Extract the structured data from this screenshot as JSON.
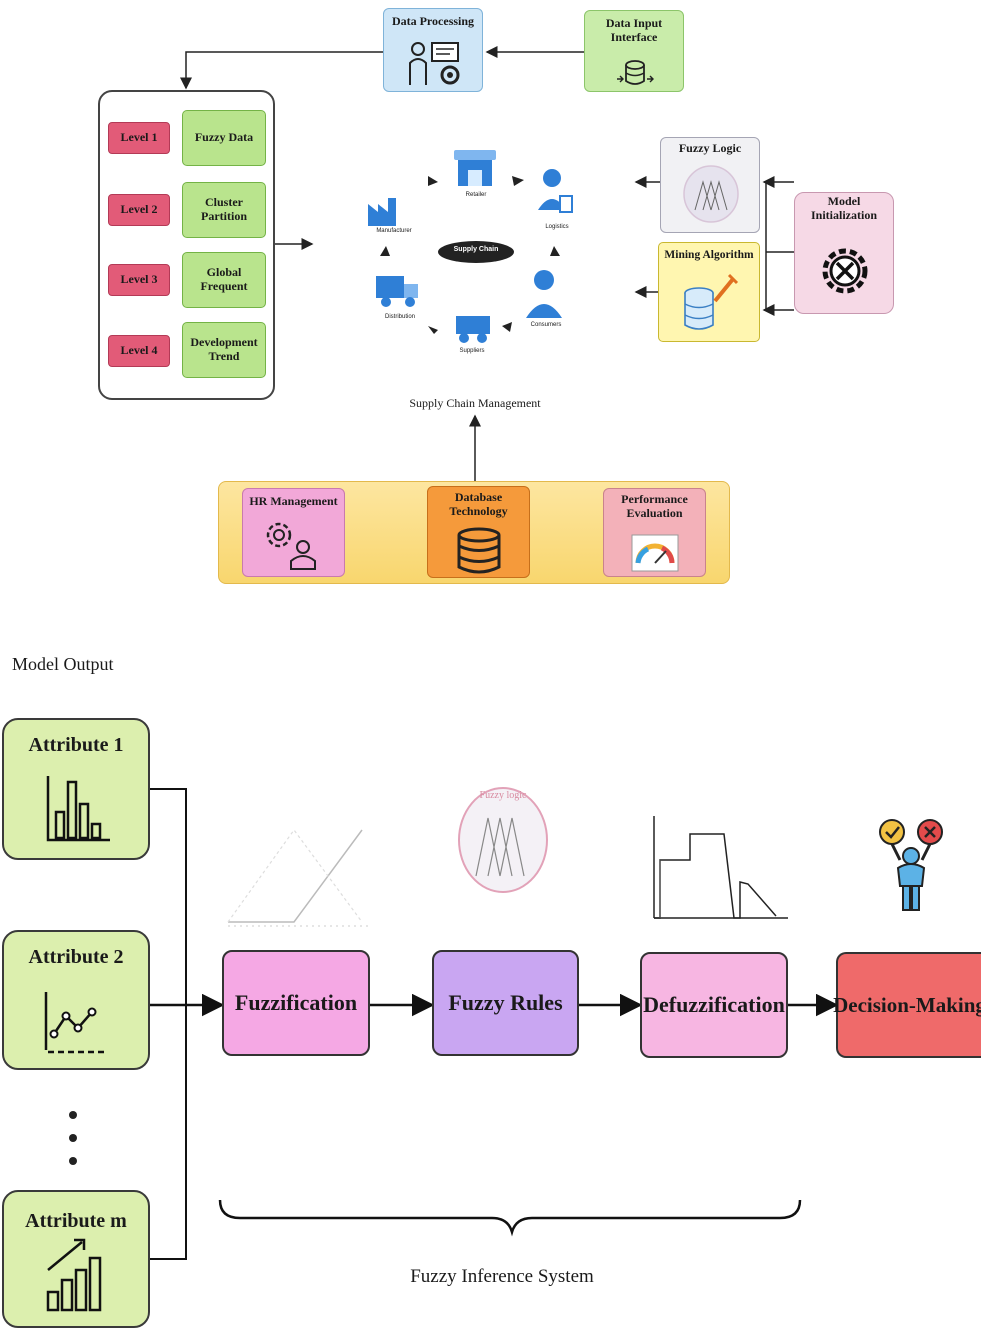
{
  "top": {
    "data_processing": "Data Processing",
    "data_input": "Data Input Interface",
    "levels": [
      {
        "level": "Level 1",
        "label": "Fuzzy Data"
      },
      {
        "level": "Level 2",
        "label": "Cluster Partition"
      },
      {
        "level": "Level 3",
        "label": "Global Frequent"
      },
      {
        "level": "Level 4",
        "label": "Development Trend"
      }
    ],
    "cycle": {
      "center": "Supply Chain",
      "nodes": [
        "Retailer",
        "Logistics",
        "Consumers",
        "Suppliers",
        "Distribution",
        "Manufacturer"
      ]
    },
    "caption": "Supply Chain Management",
    "fuzzy_logic": "Fuzzy Logic",
    "mining_algorithm": "Mining Algorithm",
    "model_init": "Model Initialization",
    "hr": "HR Management",
    "database": "Database Technology",
    "performance": "Performance Evaluation"
  },
  "bottom": {
    "model_output": "Model Output",
    "attributes": [
      "Attribute 1",
      "Attribute 2",
      "Attribute m"
    ],
    "stages": [
      "Fuzzification",
      "Fuzzy Rules",
      "Defuzzification",
      "Decision-Making"
    ],
    "fuzzy_logic_caption": "Fuzzy logic",
    "fis_caption": "Fuzzy Inference System"
  },
  "colors": {
    "fuzzification": "#f5a8e4",
    "fuzzy_rules": "#c9a6f2",
    "defuzzification": "#f7b6e2",
    "decision_making": "#ef6a6a",
    "attribute": "#dcefae"
  }
}
